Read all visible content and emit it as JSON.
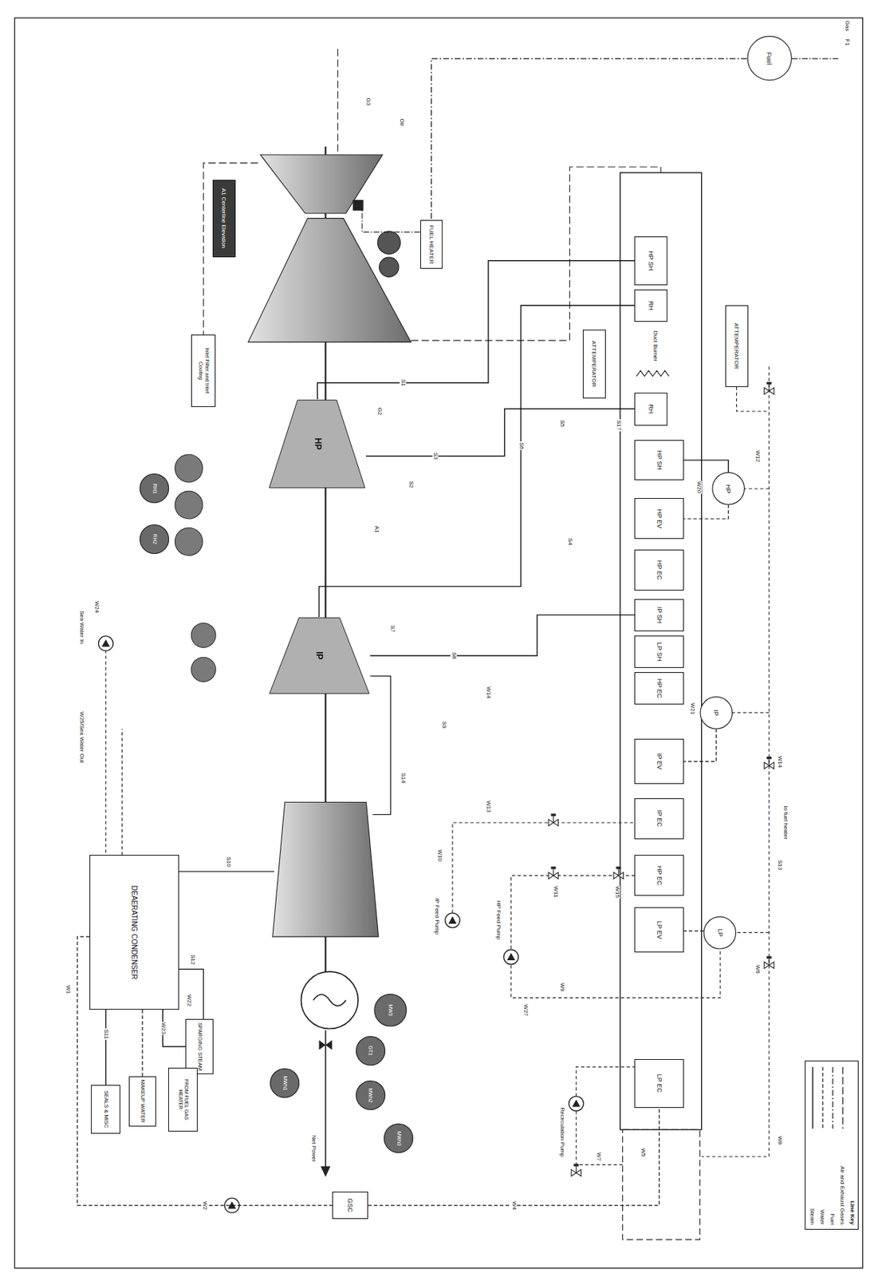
{
  "diagram": {
    "nodes": [
      {
        "text": [
          "Fuel"
        ]
      },
      {
        "text": [
          "A1 Centerline Elevation"
        ]
      },
      {
        "text": [
          "FUEL HEATER"
        ]
      },
      {
        "text": [
          "HP SH"
        ]
      },
      {
        "text": [
          "RH"
        ]
      },
      {
        "text": [
          "ATTEMPERATOR"
        ]
      },
      {
        "text": [
          "ATTEMPERATOR"
        ]
      },
      {
        "text": [
          "Inlet Filter and Inlet Cooling"
        ]
      },
      {
        "text": [
          "RH"
        ]
      },
      {
        "text": [
          "HP SH"
        ]
      },
      {
        "text": [
          "HP"
        ]
      },
      {
        "text": [
          "HP"
        ]
      },
      {
        "text": [
          "HP EV"
        ]
      },
      {
        "text": [
          "RH2"
        ]
      },
      {
        "text": [
          "RH1"
        ]
      },
      {
        "text": [
          "HP EC"
        ]
      },
      {
        "text": [
          "IP SH"
        ]
      },
      {
        "text": [
          "LP SH"
        ]
      },
      {
        "text": [
          "IP"
        ]
      },
      {
        "text": [
          "HP EC"
        ]
      },
      {
        "text": [
          "IP"
        ]
      },
      {
        "text": [
          "IP EV"
        ]
      },
      {
        "text": [
          "IP EC"
        ]
      },
      {
        "text": [
          "HP EC"
        ]
      },
      {
        "text": [
          "LP"
        ]
      },
      {
        "text": [
          "LP EV"
        ]
      },
      {
        "text": [
          "DEAERATING CONDENSER"
        ]
      },
      {
        "text": [
          "SPARGING STEAM"
        ]
      },
      {
        "text": [
          "MW3"
        ]
      },
      {
        "text": [
          "GT1"
        ]
      },
      {
        "text": [
          "SEALS & MISC"
        ]
      },
      {
        "text": [
          "MAKEUP WATER"
        ]
      },
      {
        "text": [
          "FROM FUEL GAS HEATER"
        ]
      },
      {
        "text": [
          "MWh1"
        ]
      },
      {
        "text": [
          "MWh2"
        ]
      },
      {
        "text": [
          "MWh3"
        ]
      },
      {
        "text": [
          "LP EC"
        ]
      },
      {
        "text": [
          "GSC"
        ]
      }
    ],
    "edges": [
      {
        "from": 0,
        "to": 2,
        "arrow": "none"
      },
      {
        "from": 3,
        "to": 10,
        "label": "S1",
        "arrow": "none"
      },
      {
        "from": 10,
        "to": 8,
        "label": "S3",
        "arrow": "none"
      },
      {
        "from": 4,
        "to": 18,
        "label": "S6",
        "arrow": "none"
      },
      {
        "from": 11,
        "to": 9,
        "arrow": "none"
      },
      {
        "from": 11,
        "to": 12,
        "arrow": "none"
      },
      {
        "from": 16,
        "to": 18,
        "label": "S8",
        "arrow": "none"
      },
      {
        "from": 20,
        "to": 21,
        "arrow": "none"
      },
      {
        "from": 24,
        "to": 25,
        "arrow": "none"
      },
      {
        "from": 27,
        "to": 26,
        "label": "W23",
        "arrow": "none"
      },
      {
        "from": 30,
        "to": 26,
        "label": "S11",
        "arrow": "none"
      },
      {
        "from": 31,
        "to": 26,
        "arrow": "none"
      },
      {
        "from": 26,
        "to": 37,
        "label": "W2",
        "arrow": "none"
      },
      {
        "from": 37,
        "to": 36,
        "label": "W4",
        "arrow": "none"
      }
    ],
    "labels": [
      "Gas",
      "F1",
      "G3",
      "Oil",
      "Duct Burner",
      "G2",
      "S5",
      "S17",
      "W12",
      "W20",
      "S2",
      "A1",
      "S4",
      "S7",
      "W14",
      "W21",
      "S9",
      "W14",
      "S14",
      "W13",
      "to fuel heater",
      "S13",
      "W10",
      "W11",
      "W15",
      "IP Feed Pump",
      "HP Feed Pump",
      "W9",
      "W6",
      "W27",
      "S10",
      "S12",
      "W1",
      "W22",
      "Sea Water In",
      "W24",
      "W25/Sea Water Out",
      "Net Power",
      "W7",
      "W5",
      "W8",
      "Recirculation Pump",
      "Line Key"
    ],
    "legend": [
      {
        "text": "Air and Exhaust Gases"
      },
      {
        "text": "Fuel"
      },
      {
        "text": "Water"
      },
      {
        "text": "Steam"
      }
    ]
  }
}
